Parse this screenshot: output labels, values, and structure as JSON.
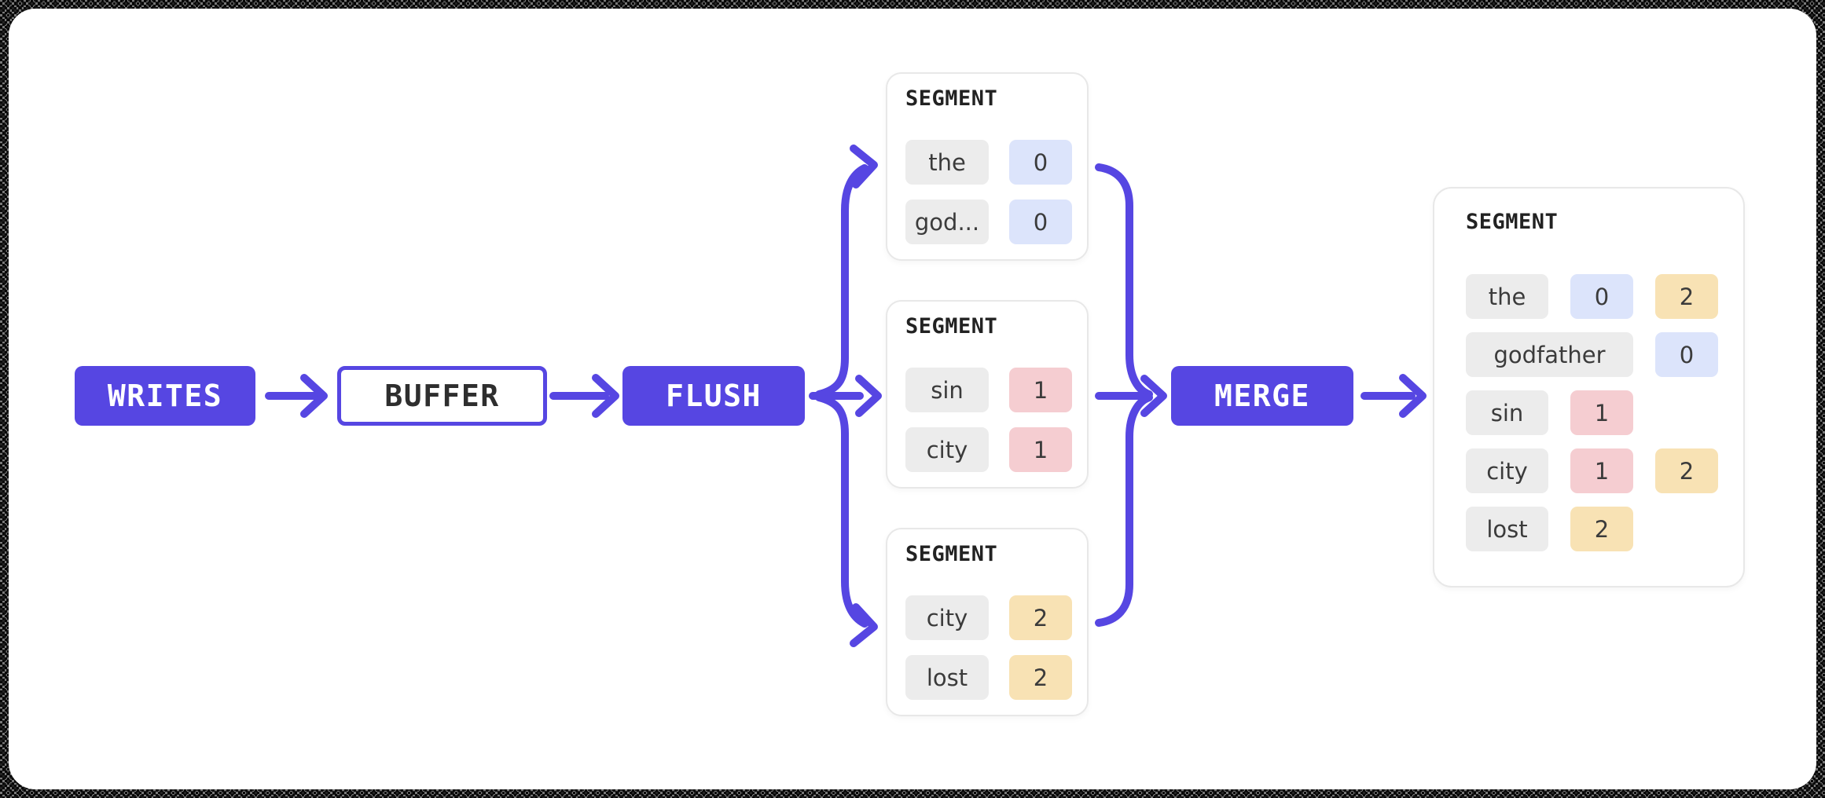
{
  "palette": {
    "accent_purple": "#5646e2",
    "term_pill_bg": "#ececec",
    "badge_blue": "#dce4fb",
    "badge_pink": "#f5cdd1",
    "badge_orange": "#f8e2b4",
    "card_border": "#e8e8e8",
    "canvas_bg": "#ffffff"
  },
  "nodes": {
    "writes": "WRITES",
    "buffer": "BUFFER",
    "flush": "FLUSH",
    "merge": "MERGE"
  },
  "segments": [
    {
      "title": "SEGMENT",
      "rows": [
        {
          "term": "the",
          "badges": [
            {
              "value": "0",
              "color": "blue",
              "slot": 0
            }
          ]
        },
        {
          "term": "god...",
          "badges": [
            {
              "value": "0",
              "color": "blue",
              "slot": 0
            }
          ]
        }
      ]
    },
    {
      "title": "SEGMENT",
      "rows": [
        {
          "term": "sin",
          "badges": [
            {
              "value": "1",
              "color": "pink",
              "slot": 0
            }
          ]
        },
        {
          "term": "city",
          "badges": [
            {
              "value": "1",
              "color": "pink",
              "slot": 0
            }
          ]
        }
      ]
    },
    {
      "title": "SEGMENT",
      "rows": [
        {
          "term": "city",
          "badges": [
            {
              "value": "2",
              "color": "orange",
              "slot": 0
            }
          ]
        },
        {
          "term": "lost",
          "badges": [
            {
              "value": "2",
              "color": "orange",
              "slot": 0
            }
          ]
        }
      ]
    }
  ],
  "merged_segment": {
    "title": "SEGMENT",
    "rows": [
      {
        "term": "the",
        "badges": [
          {
            "value": "0",
            "color": "blue",
            "slot": 0
          },
          {
            "value": "2",
            "color": "orange",
            "slot": 1
          }
        ]
      },
      {
        "term": "godfather",
        "span": 2,
        "badges": [
          {
            "value": "0",
            "color": "blue",
            "slot": 1
          }
        ]
      },
      {
        "term": "sin",
        "badges": [
          {
            "value": "1",
            "color": "pink",
            "slot": 0
          }
        ]
      },
      {
        "term": "city",
        "badges": [
          {
            "value": "1",
            "color": "pink",
            "slot": 0
          },
          {
            "value": "2",
            "color": "orange",
            "slot": 1
          }
        ]
      },
      {
        "term": "lost",
        "badges": [
          {
            "value": "2",
            "color": "orange",
            "slot": 0
          }
        ]
      }
    ]
  }
}
